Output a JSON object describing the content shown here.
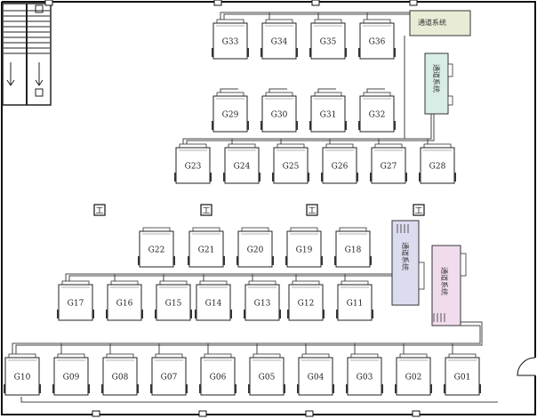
{
  "units": {
    "row_top": [
      "G33",
      "G34",
      "G35",
      "G36"
    ],
    "row_2": [
      "G29",
      "G30",
      "G31",
      "G32"
    ],
    "row_3": [
      "G23",
      "G24",
      "G25",
      "G26",
      "G27",
      "G28"
    ],
    "row_4": [
      "G22",
      "G21",
      "G20",
      "G19",
      "G18"
    ],
    "row_5": [
      "G17",
      "G16",
      "G15",
      "G14",
      "G13",
      "G12",
      "G11"
    ],
    "row_bottom": [
      "G10",
      "G09",
      "G08",
      "G07",
      "G06",
      "G05",
      "G04",
      "G03",
      "G02",
      "G01"
    ]
  },
  "systems": {
    "top_right": {
      "label": "通道系统",
      "fill": "#e8ecd6"
    },
    "right_vertical": {
      "label": "通道系统",
      "fill": "#d9ece6"
    },
    "middle_blue": {
      "label": "通道系统",
      "fill": "#dcdcf0"
    },
    "middle_pink": {
      "label": "通道系统",
      "fill": "#f0dcec"
    }
  },
  "columns": {
    "marker": "工"
  },
  "colors": {
    "wall": "#111111",
    "pipe": "#444444",
    "unit_border": "#222222"
  }
}
